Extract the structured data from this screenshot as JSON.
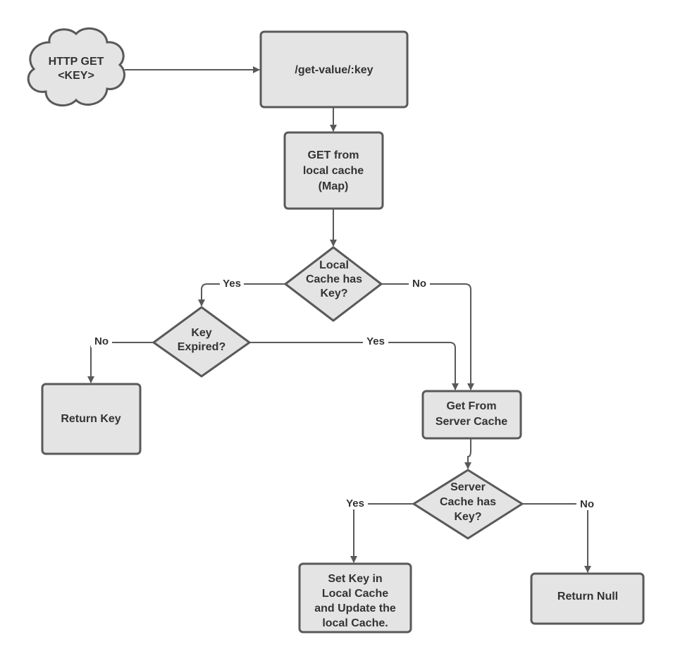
{
  "diagram": {
    "nodes": {
      "http_get": {
        "lines": [
          "HTTP GET",
          "<KEY>"
        ]
      },
      "endpoint": {
        "lines": [
          "/get-value/:key"
        ]
      },
      "get_local": {
        "lines": [
          "GET from",
          "local cache",
          "(Map)"
        ]
      },
      "local_has_key": {
        "lines": [
          "Local",
          "Cache has",
          "Key?"
        ]
      },
      "key_expired": {
        "lines": [
          "Key",
          "Expired?"
        ]
      },
      "return_key": {
        "lines": [
          "Return Key"
        ]
      },
      "get_server": {
        "lines": [
          "Get From",
          "Server Cache"
        ]
      },
      "server_has_key": {
        "lines": [
          "Server",
          "Cache has",
          "Key?"
        ]
      },
      "set_key": {
        "lines": [
          "Set Key in",
          "Local Cache",
          "and Update the",
          "local Cache."
        ]
      },
      "return_null": {
        "lines": [
          "Return Null"
        ]
      }
    },
    "edge_labels": {
      "local_yes": "Yes",
      "local_no": "No",
      "expired_no": "No",
      "expired_yes": "Yes",
      "server_yes": "Yes",
      "server_no": "No"
    }
  }
}
